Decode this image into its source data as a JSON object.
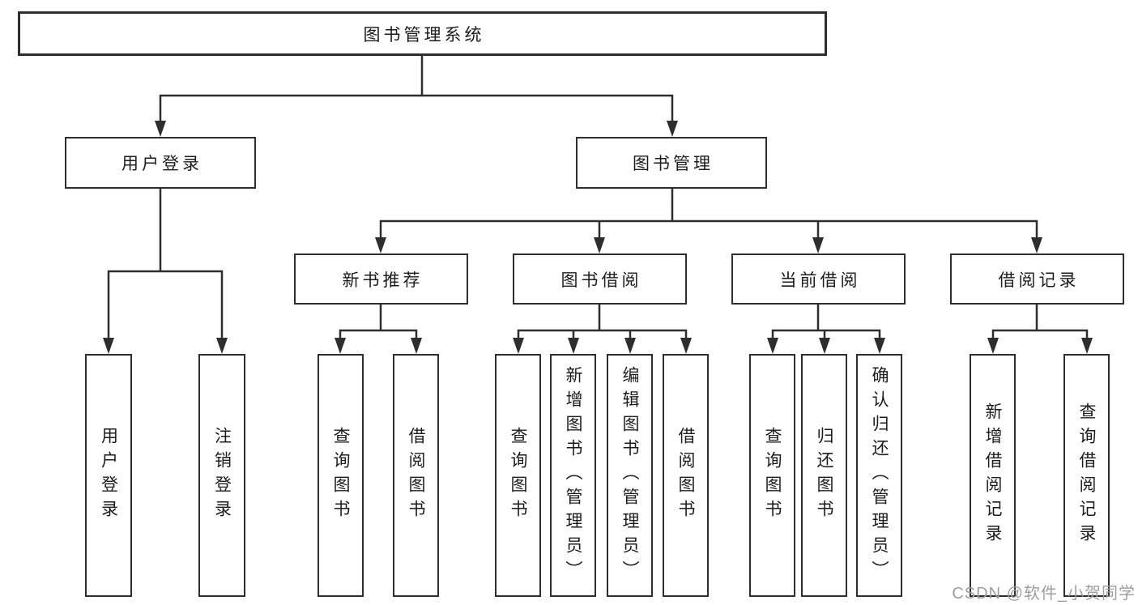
{
  "diagram_title": "图书管理系统",
  "hierarchy": {
    "label": "图书管理系统",
    "children": [
      {
        "label": "用户登录",
        "children": [
          {
            "label": "用户登录"
          },
          {
            "label": "注销登录"
          }
        ]
      },
      {
        "label": "图书管理",
        "children": [
          {
            "label": "新书推荐",
            "children": [
              {
                "label": "查询图书"
              },
              {
                "label": "借阅图书"
              }
            ]
          },
          {
            "label": "图书借阅",
            "children": [
              {
                "label": "查询图书"
              },
              {
                "label": "新增图书（管理员）"
              },
              {
                "label": "编辑图书（管理员）"
              },
              {
                "label": "借阅图书"
              }
            ]
          },
          {
            "label": "当前借阅",
            "children": [
              {
                "label": "查询图书"
              },
              {
                "label": "归还图书"
              },
              {
                "label": "确认归还（管理员）"
              }
            ]
          },
          {
            "label": "借阅记录",
            "children": [
              {
                "label": "新增借阅记录"
              },
              {
                "label": "查询借阅记录"
              }
            ]
          }
        ]
      }
    ]
  },
  "watermark": {
    "text": "CSDN @软件_小贺同学"
  },
  "colors": {
    "line": "#2e2e2e",
    "text": "#1c1c1c",
    "background": "#ffffff",
    "watermark": "#9e9e9e"
  }
}
